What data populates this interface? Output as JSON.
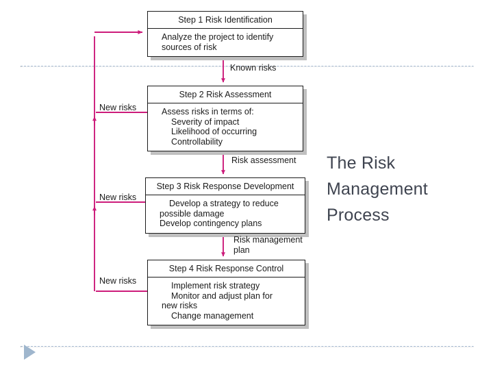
{
  "slide": {
    "title_lines": [
      "The Risk",
      "Management",
      "Process"
    ],
    "accent_color": "#cc1b7a",
    "box_border_color": "#1a1a1a",
    "rule_color": "#a8bcd4",
    "triangle_color": "#9fb6cd"
  },
  "diagram": {
    "type": "flowchart",
    "boxes": [
      {
        "id": "step1",
        "header": "Step 1 Risk Identification",
        "body": [
          "Analyze the project to identify",
          "sources of risk"
        ]
      },
      {
        "id": "step2",
        "header": "Step 2 Risk Assessment",
        "body": [
          "Assess risks in terms of:",
          "Severity of impact",
          "Likelihood of occurring",
          "Controllability"
        ]
      },
      {
        "id": "step3",
        "header": "Step 3 Risk Response Development",
        "body": [
          "Develop a strategy to reduce",
          "possible damage",
          "Develop contingency plans"
        ]
      },
      {
        "id": "step4",
        "header": "Step 4 Risk Response Control",
        "body": [
          "Implement risk strategy",
          "Monitor and adjust plan for",
          "new risks",
          "Change management"
        ]
      }
    ],
    "flow_labels": [
      {
        "id": "known-risks",
        "text": "Known risks"
      },
      {
        "id": "risk-assessment",
        "text": "Risk assessment"
      },
      {
        "id": "risk-management-plan",
        "text": "Risk management plan"
      }
    ],
    "feedback_labels": [
      {
        "id": "new-risks-1",
        "text": "New risks"
      },
      {
        "id": "new-risks-2",
        "text": "New risks"
      },
      {
        "id": "new-risks-3",
        "text": "New risks"
      }
    ]
  }
}
